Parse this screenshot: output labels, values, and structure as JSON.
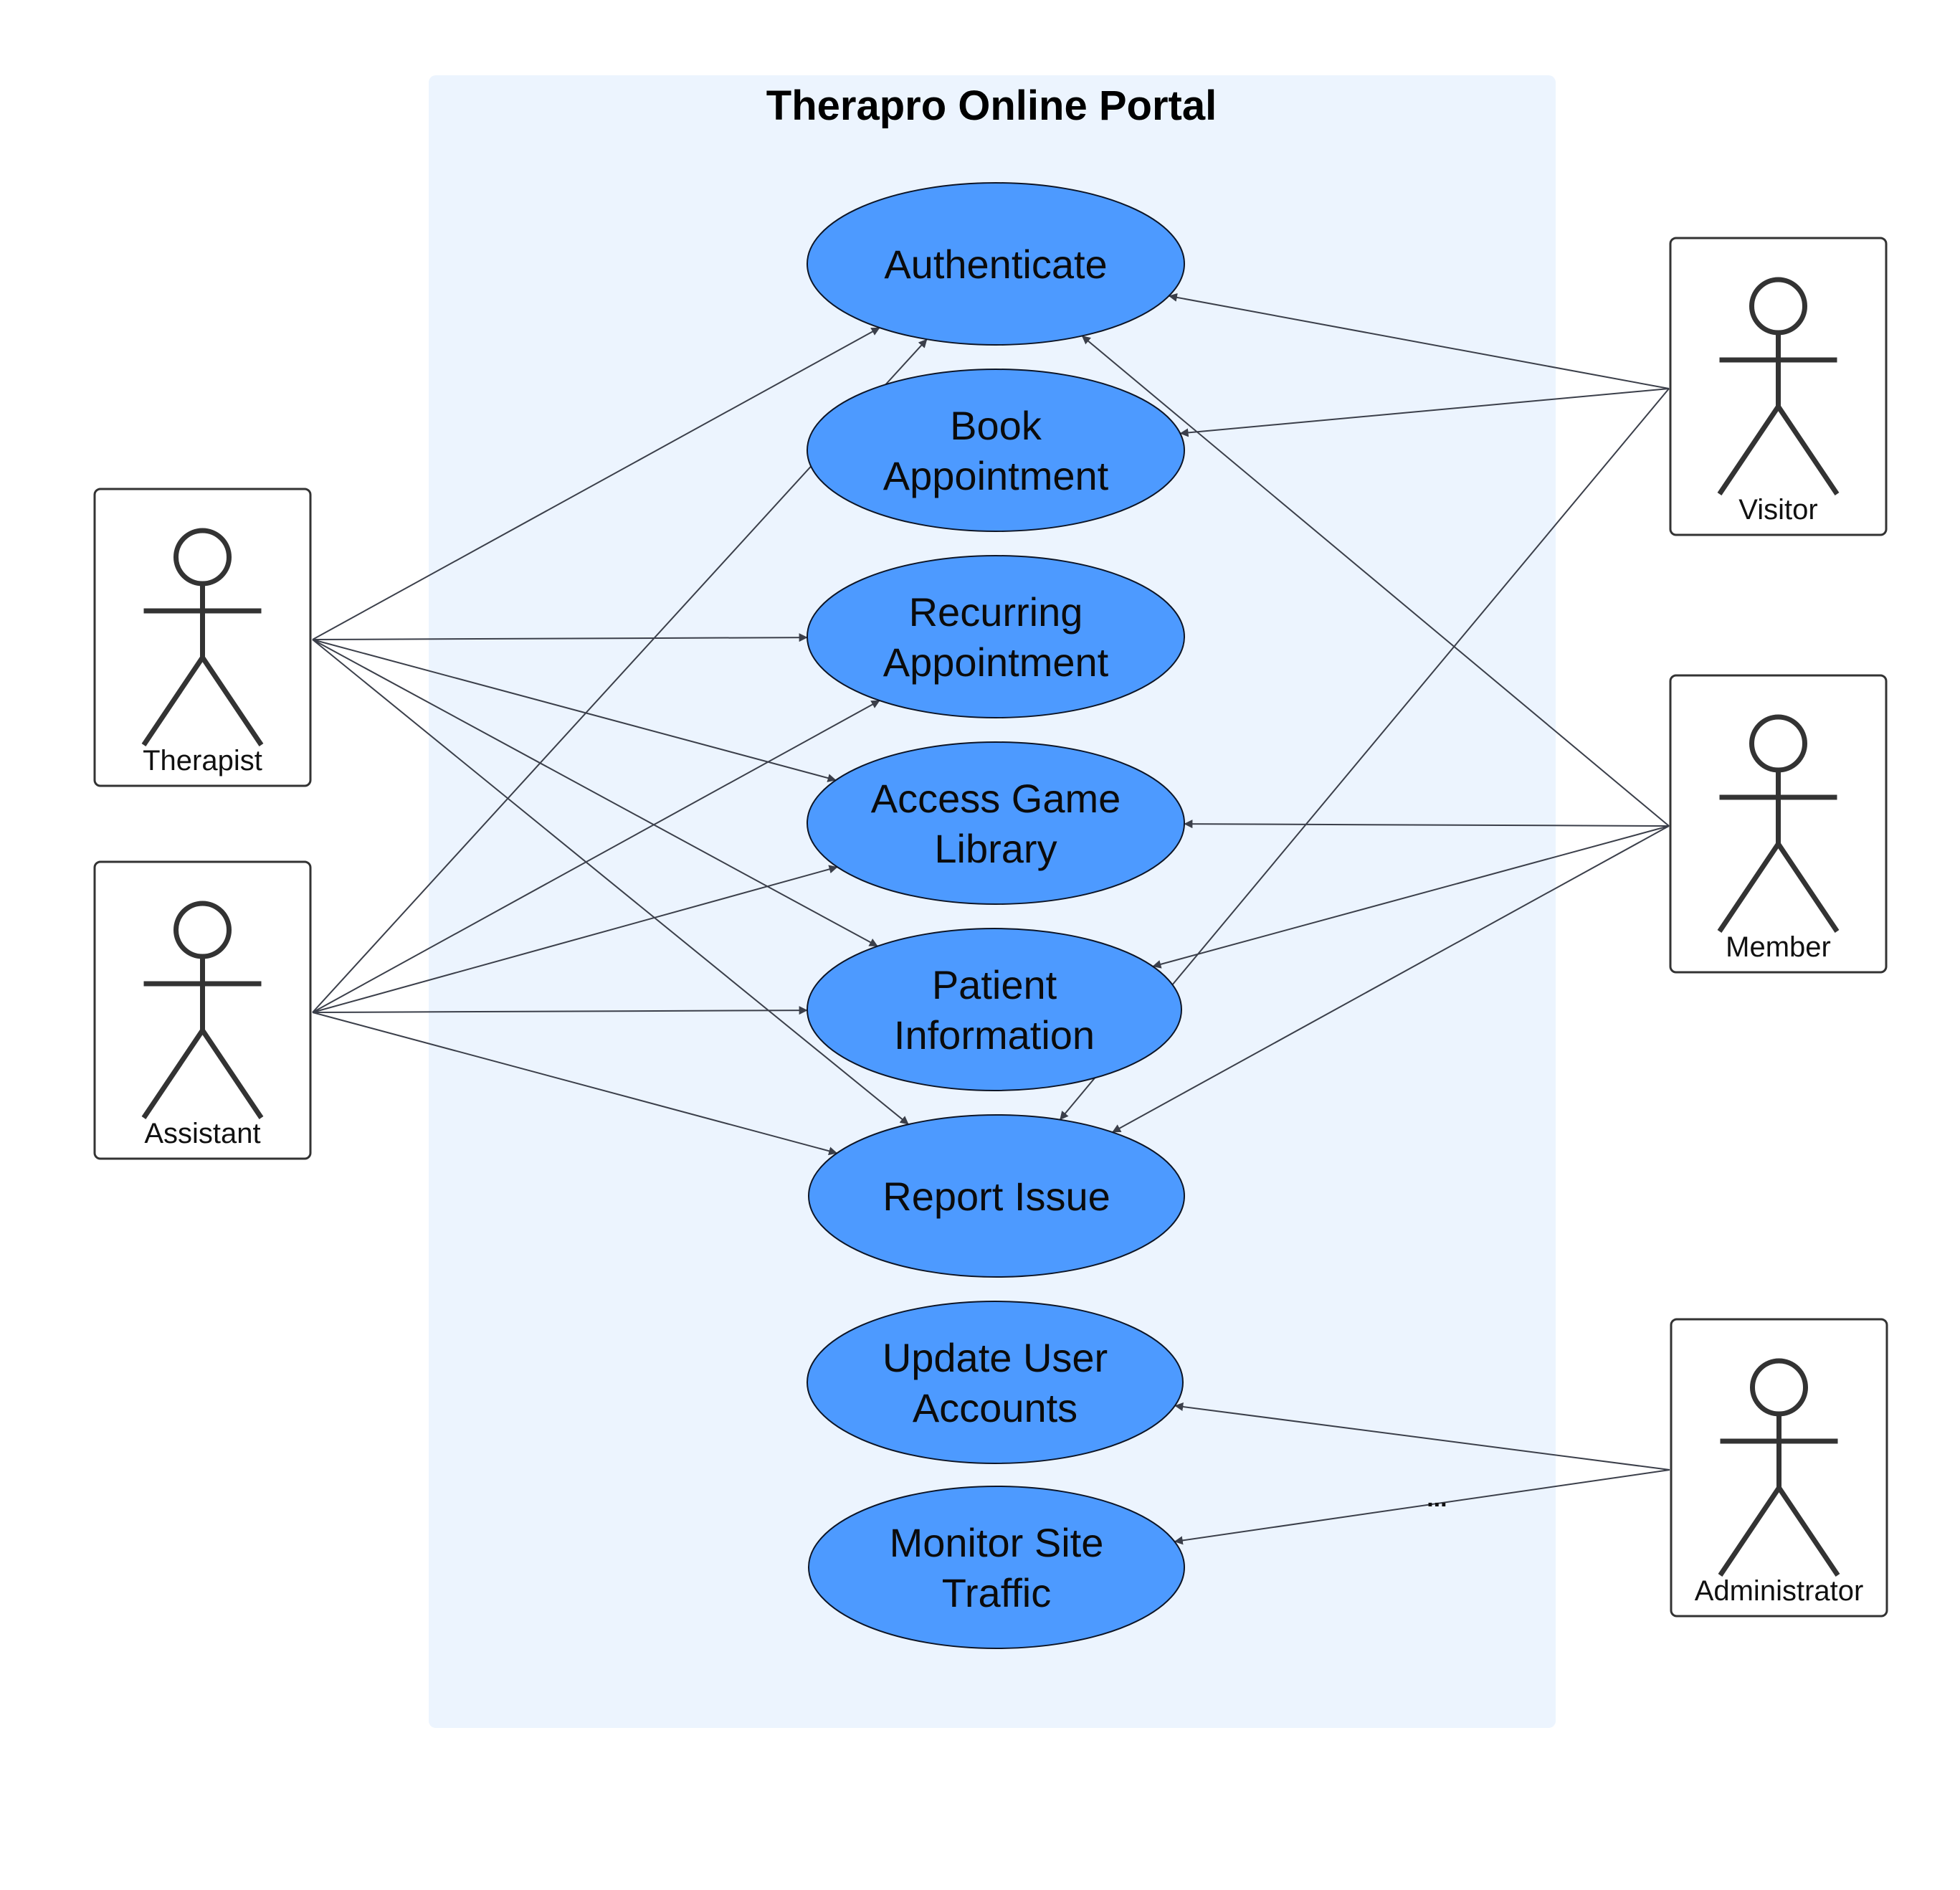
{
  "system": {
    "title": "Therapro Online Portal",
    "background_color": "#ecf4fe"
  },
  "use_cases": [
    {
      "id": "authenticate",
      "lines": [
        "Authenticate"
      ]
    },
    {
      "id": "book-appointment",
      "lines": [
        "Book",
        "Appointment"
      ]
    },
    {
      "id": "recurring-appointment",
      "lines": [
        "Recurring",
        "Appointment"
      ]
    },
    {
      "id": "access-game-library",
      "lines": [
        "Access Game",
        "Library"
      ]
    },
    {
      "id": "patient-information",
      "lines": [
        "Patient",
        "Information"
      ]
    },
    {
      "id": "report-issue",
      "lines": [
        "Report Issue"
      ]
    },
    {
      "id": "update-user-accounts",
      "lines": [
        "Update User",
        "Accounts"
      ]
    },
    {
      "id": "monitor-site-traffic",
      "lines": [
        "Monitor Site",
        "Traffic"
      ]
    }
  ],
  "actors": [
    {
      "id": "therapist",
      "label": "Therapist"
    },
    {
      "id": "assistant",
      "label": "Assistant"
    },
    {
      "id": "visitor",
      "label": "Visitor"
    },
    {
      "id": "member",
      "label": "Member"
    },
    {
      "id": "administrator",
      "label": "Administrator"
    }
  ],
  "associations": [
    {
      "from": "therapist",
      "to": "authenticate"
    },
    {
      "from": "therapist",
      "to": "recurring-appointment"
    },
    {
      "from": "therapist",
      "to": "access-game-library"
    },
    {
      "from": "therapist",
      "to": "patient-information"
    },
    {
      "from": "therapist",
      "to": "report-issue"
    },
    {
      "from": "assistant",
      "to": "authenticate"
    },
    {
      "from": "assistant",
      "to": "recurring-appointment"
    },
    {
      "from": "assistant",
      "to": "access-game-library"
    },
    {
      "from": "assistant",
      "to": "patient-information"
    },
    {
      "from": "assistant",
      "to": "report-issue"
    },
    {
      "from": "visitor",
      "to": "authenticate"
    },
    {
      "from": "visitor",
      "to": "book-appointment"
    },
    {
      "from": "visitor",
      "to": "report-issue"
    },
    {
      "from": "member",
      "to": "authenticate"
    },
    {
      "from": "member",
      "to": "access-game-library"
    },
    {
      "from": "member",
      "to": "patient-information"
    },
    {
      "from": "member",
      "to": "report-issue"
    },
    {
      "from": "administrator",
      "to": "update-user-accounts"
    },
    {
      "from": "administrator",
      "to": "monitor-site-traffic",
      "label": "..."
    }
  ],
  "colors": {
    "use_case_fill": "#4d9aff",
    "use_case_stroke": "#0d1526",
    "actor_stroke": "#333333",
    "line": "#3b3f4a"
  }
}
